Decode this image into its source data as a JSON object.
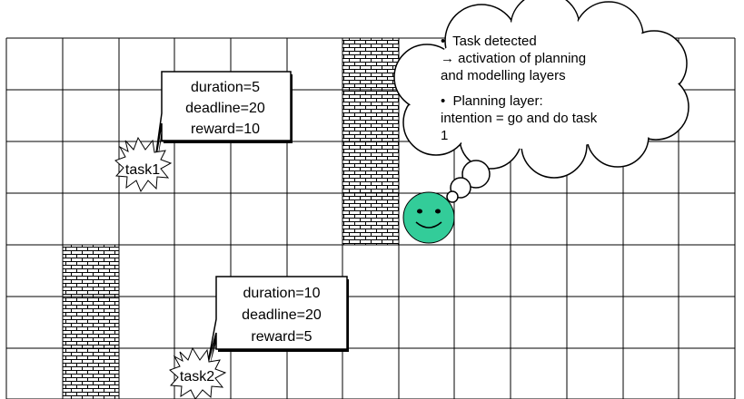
{
  "grid": {
    "cols": 13,
    "rows": 7,
    "line_color": "#000000",
    "background": "#ffffff"
  },
  "brick_cells": [
    {
      "col": 6,
      "row": 0
    },
    {
      "col": 6,
      "row": 1
    },
    {
      "col": 6,
      "row": 2
    },
    {
      "col": 6,
      "row": 3
    },
    {
      "col": 1,
      "row": 4
    },
    {
      "col": 1,
      "row": 5
    },
    {
      "col": 1,
      "row": 6
    }
  ],
  "tasks": [
    {
      "label": "task1",
      "info": [
        "duration=5",
        "deadline=20",
        "reward=10"
      ]
    },
    {
      "label": "task2",
      "info": [
        "duration=10",
        "deadline=20",
        "reward=5"
      ]
    }
  ],
  "agent": {
    "face_color": "#33cc99",
    "icon": "smiley-agent-icon"
  },
  "thought": {
    "bullets": [
      {
        "bullet": "•",
        "lines": [
          "Task detected",
          "→ activation of planning",
          "and modelling layers"
        ]
      },
      {
        "bullet": "•",
        "lines": [
          "Planning layer:",
          "intention = go and do task",
          "1"
        ]
      }
    ]
  }
}
